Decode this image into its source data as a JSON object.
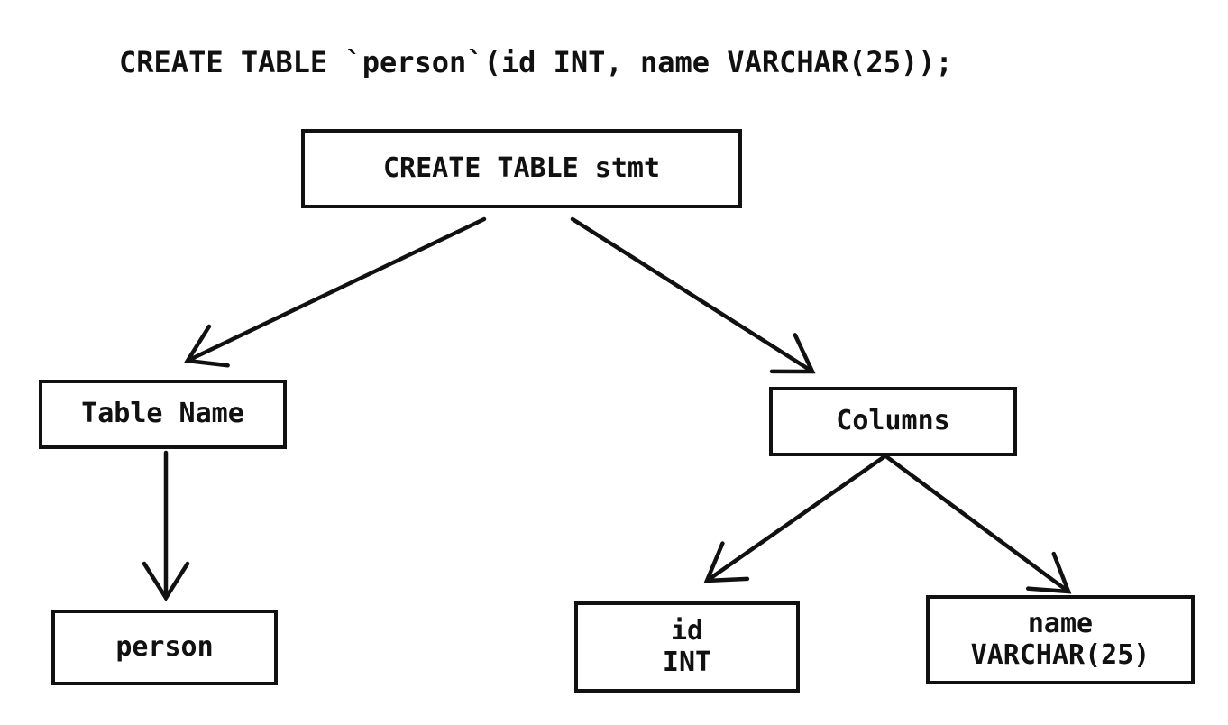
{
  "header": {
    "sql_statement": "CREATE TABLE `person`(id INT, name VARCHAR(25));"
  },
  "diagram": {
    "type": "parse-tree",
    "nodes": {
      "stmt": {
        "label": "CREATE TABLE stmt"
      },
      "table_name": {
        "label": "Table Name"
      },
      "person": {
        "label": "person"
      },
      "columns": {
        "label": "Columns"
      },
      "id_col": {
        "line1": "id",
        "line2": "INT"
      },
      "name_col": {
        "line1": "name",
        "line2": "VARCHAR(25)"
      }
    },
    "edges": [
      {
        "from": "stmt",
        "to": "table_name"
      },
      {
        "from": "stmt",
        "to": "columns"
      },
      {
        "from": "table_name",
        "to": "person"
      },
      {
        "from": "columns",
        "to": "id_col"
      },
      {
        "from": "columns",
        "to": "name_col"
      }
    ],
    "colors": {
      "background": "#ffffff",
      "line": "#111111",
      "text": "#111111"
    }
  }
}
